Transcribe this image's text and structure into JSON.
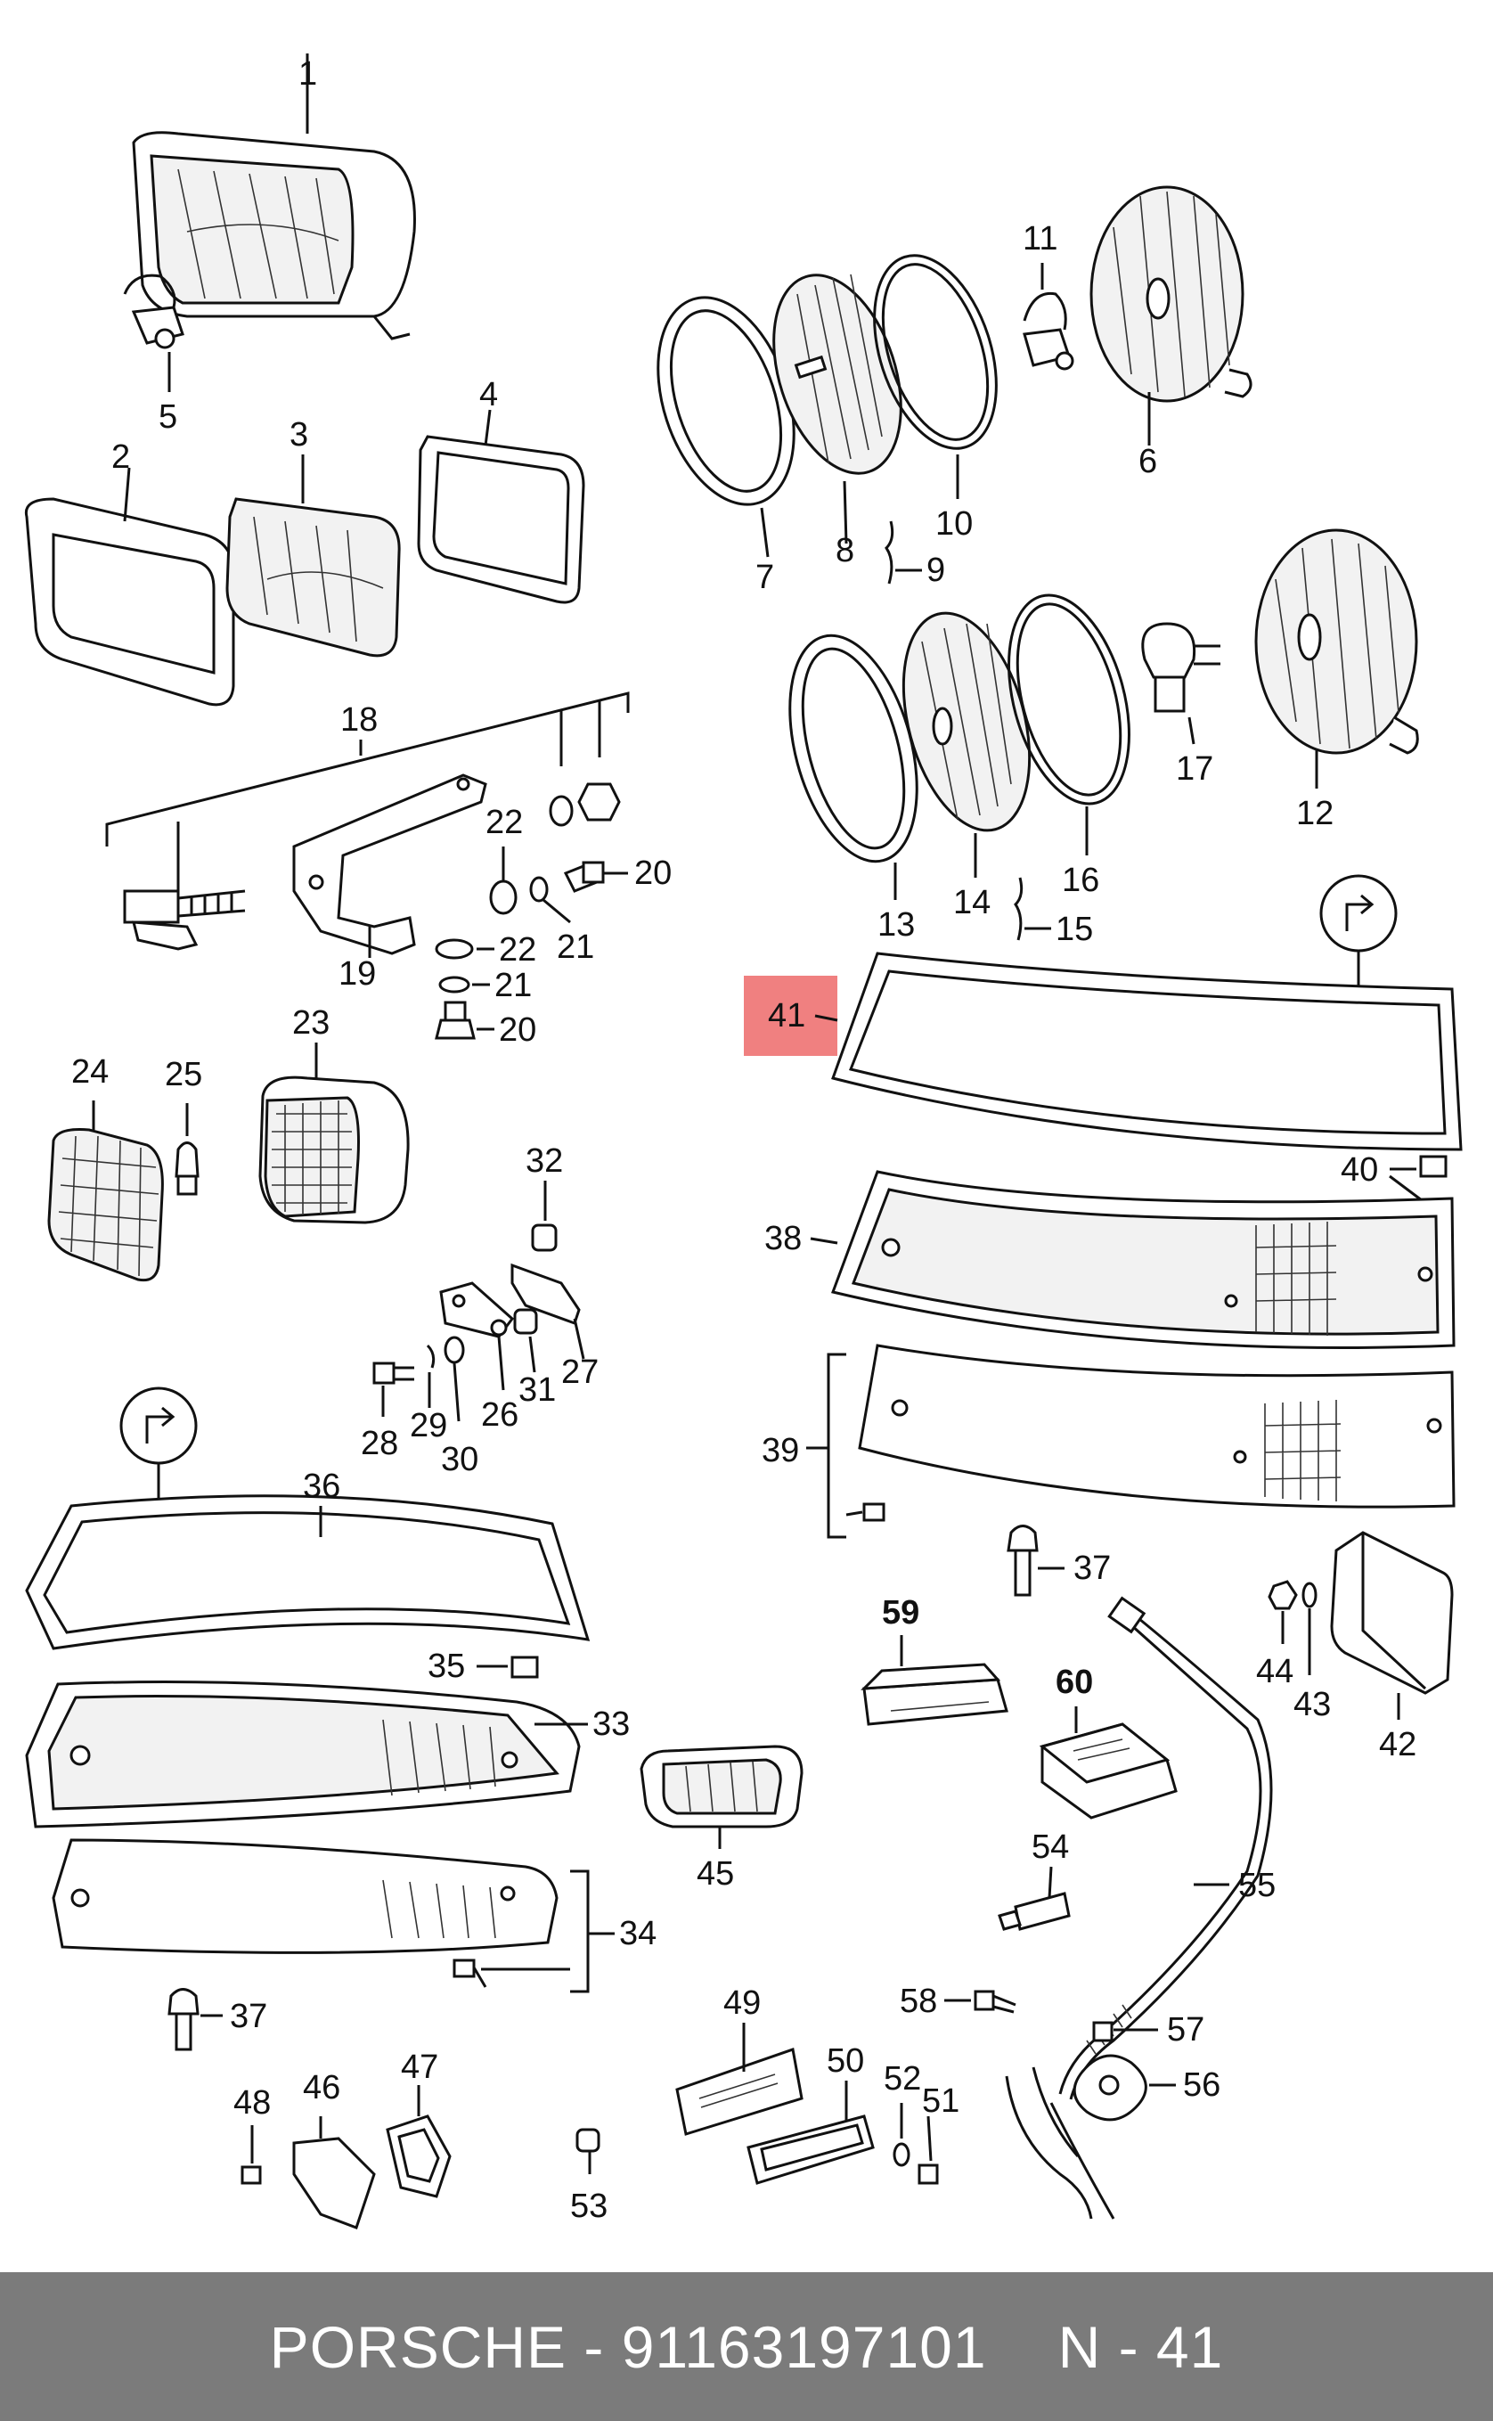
{
  "labels": {
    "l1": "1",
    "l2": "2",
    "l3": "3",
    "l4": "4",
    "l5": "5",
    "l6": "6",
    "l7": "7",
    "l8": "8",
    "l9": "9",
    "l10": "10",
    "l11": "11",
    "l12": "12",
    "l13": "13",
    "l14": "14",
    "l15": "15",
    "l16": "16",
    "l17": "17",
    "l18": "18",
    "l19": "19",
    "l20a": "20",
    "l20b": "20",
    "l21a": "21",
    "l21b": "21",
    "l22a": "22",
    "l22b": "22",
    "l23": "23",
    "l24": "24",
    "l25": "25",
    "l26": "26",
    "l27": "27",
    "l28": "28",
    "l29": "29",
    "l30": "30",
    "l31": "31",
    "l32": "32",
    "l33": "33",
    "l34": "34",
    "l35": "35",
    "l36": "36",
    "l37a": "37",
    "l37b": "37",
    "l38": "38",
    "l39": "39",
    "l40": "40",
    "l41": "41",
    "l42": "42",
    "l43": "43",
    "l44": "44",
    "l45": "45",
    "l46": "46",
    "l47": "47",
    "l48": "48",
    "l49": "49",
    "l50": "50",
    "l51": "51",
    "l52": "52",
    "l53": "53",
    "l54": "54",
    "l55": "55",
    "l56": "56",
    "l57": "57",
    "l58": "58",
    "l59": "59",
    "l60": "60"
  },
  "highlight": {
    "label": "41",
    "color": "#f08080"
  },
  "footer": {
    "brand_part": "PORSCHE - 91163197101",
    "ref": "N - 41"
  },
  "colors": {
    "footer_bg": "#7b7b7b",
    "footer_text": "#ffffff",
    "line": "#111111"
  }
}
